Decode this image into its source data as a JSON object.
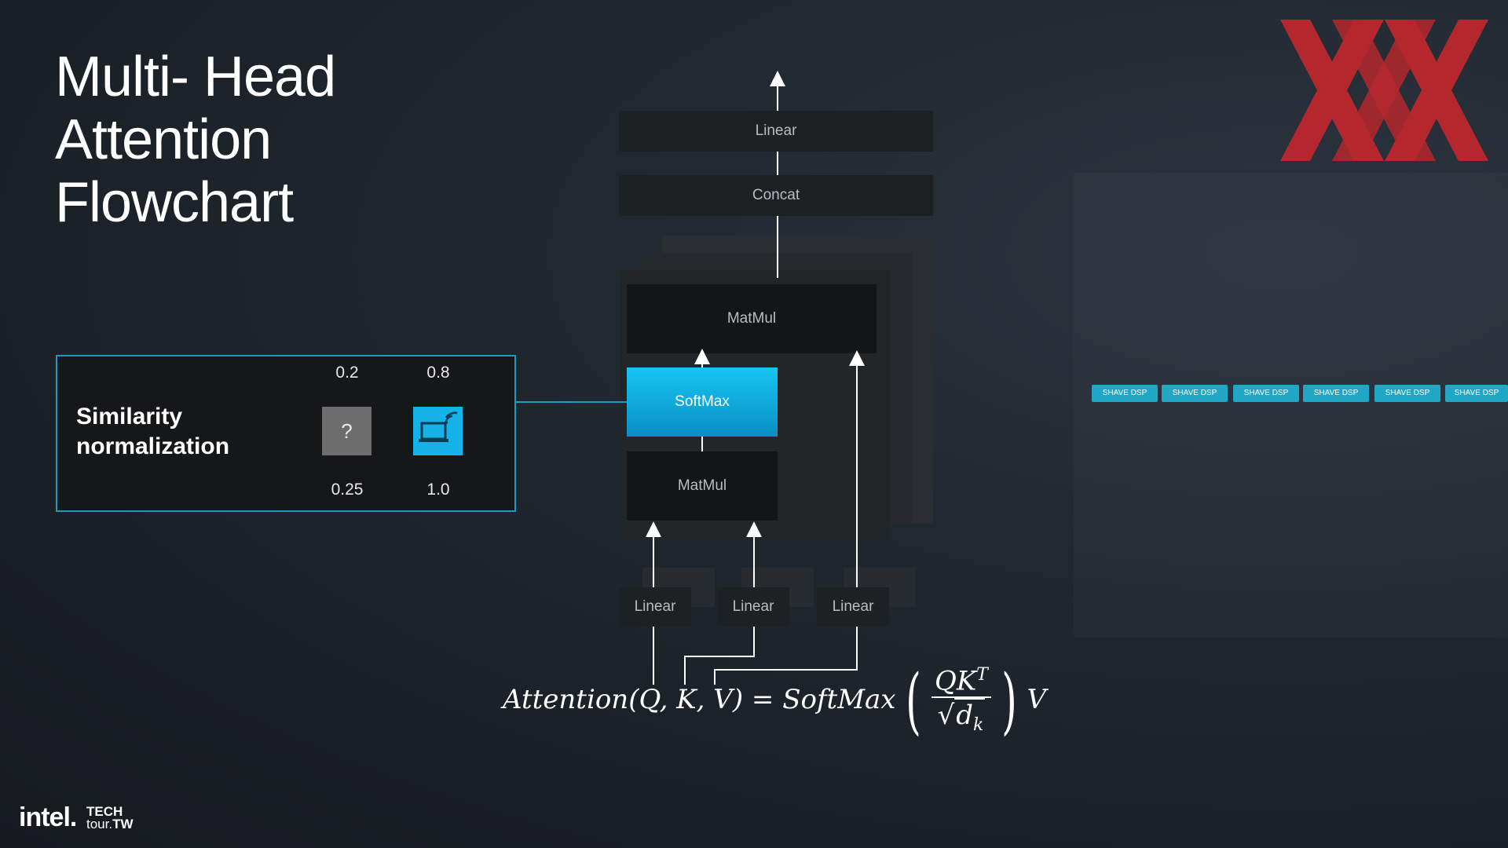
{
  "slide": {
    "title_lines": [
      "Multi- Head",
      "Attention",
      "Flowchart"
    ]
  },
  "diagram": {
    "top_linear": "Linear",
    "concat": "Concat",
    "matmul_top": "MatMul",
    "softmax": "SoftMax",
    "matmul_bottom": "MatMul",
    "input_linears": [
      "Linear",
      "Linear",
      "Linear"
    ]
  },
  "similarity": {
    "label_line1": "Similarity",
    "label_line2": "normalization",
    "left_out": "0.2",
    "left_in": "0.25",
    "left_icon": "?",
    "right_out": "0.8",
    "right_in": "1.0"
  },
  "formula": {
    "lhs": "Attention(Q, K, V) = SoftMax",
    "numerator": "QK",
    "numerator_sup": "T",
    "denominator": "d",
    "denominator_sub": "k",
    "rhs": "V"
  },
  "shave_units": [
    "SHAVE DSP",
    "SHAVE DSP",
    "SHAVE DSP",
    "SHAVE DSP",
    "SHAVE DSP",
    "SHAVE DSP"
  ],
  "footer": {
    "brand": "intel.",
    "event_line1": "TECH",
    "event_line2_a": "tour.",
    "event_line2_b": "TW"
  },
  "colors": {
    "accent_cyan": "#14b2e6",
    "logo_red": "#c1272d",
    "box_border": "#1e9bc4"
  },
  "icons": {
    "logo": "xx-logo-icon",
    "device": "laptop-wireless-icon"
  }
}
